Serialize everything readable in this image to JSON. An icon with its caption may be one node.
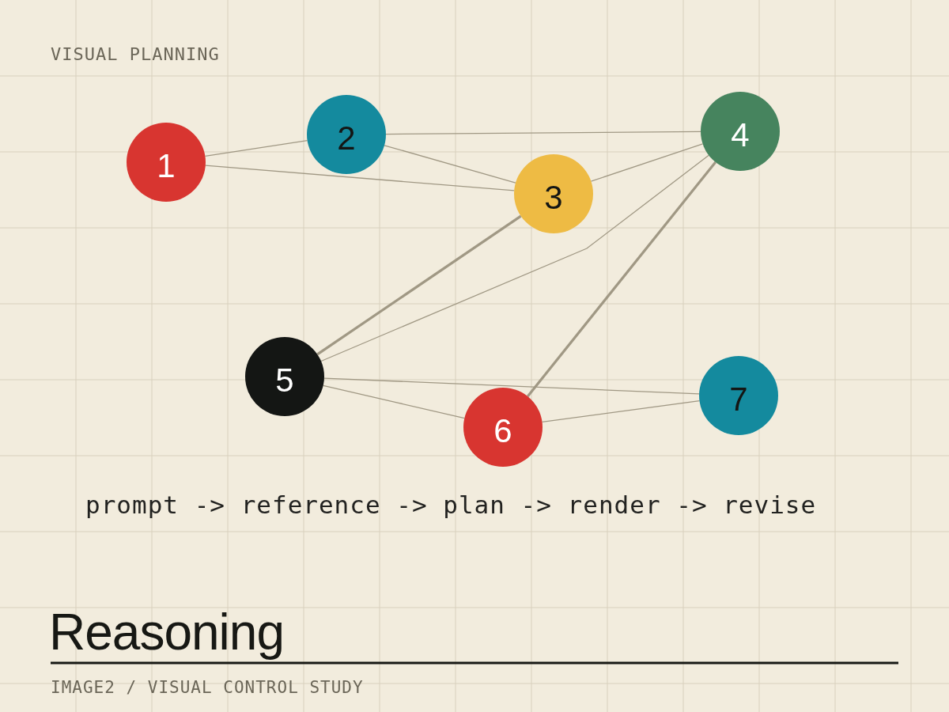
{
  "diagram": {
    "title": "Reasoning",
    "nodes": [
      {
        "text": [
          "1"
        ]
      },
      {
        "text": [
          "2"
        ]
      },
      {
        "text": [
          "3"
        ]
      },
      {
        "text": [
          "4"
        ]
      },
      {
        "text": [
          "5"
        ]
      },
      {
        "text": [
          "6"
        ]
      },
      {
        "text": [
          "7"
        ]
      }
    ],
    "edges": [
      {
        "from": 0,
        "to": 1,
        "arrow": "none"
      },
      {
        "from": 0,
        "to": 2,
        "arrow": "none"
      },
      {
        "from": 1,
        "to": 3,
        "arrow": "none"
      },
      {
        "from": 1,
        "to": 2,
        "arrow": "none"
      },
      {
        "from": 2,
        "to": 3,
        "arrow": "none"
      },
      {
        "from": 2,
        "to": 4,
        "arrow": "none",
        "style": "thick"
      },
      {
        "from": 3,
        "to": 4,
        "arrow": "none"
      },
      {
        "from": 3,
        "to": 5,
        "arrow": "none",
        "style": "thick"
      },
      {
        "from": 4,
        "to": 6,
        "arrow": "none"
      },
      {
        "from": 4,
        "to": 5,
        "arrow": "none"
      },
      {
        "from": 5,
        "to": 6,
        "arrow": "none"
      }
    ],
    "labels": [
      "VISUAL PLANNING",
      "prompt -> reference -> plan -> render -> revise",
      "IMAGE2 / VISUAL CONTROL STUDY"
    ]
  }
}
